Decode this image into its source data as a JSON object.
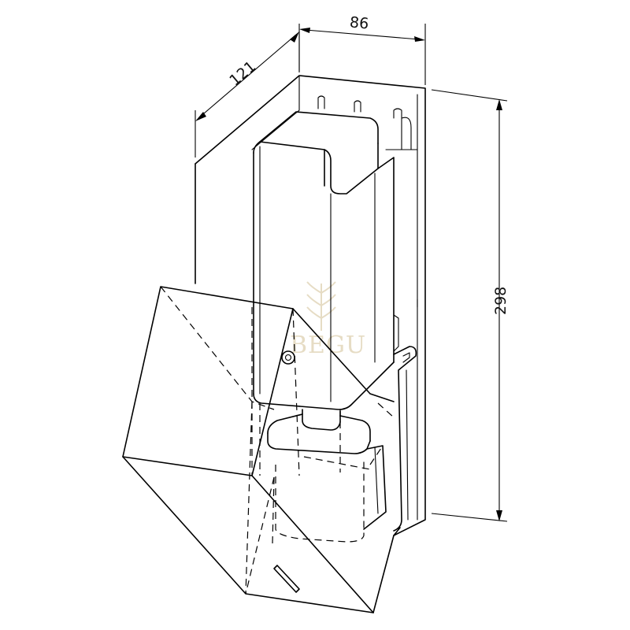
{
  "dimensions": {
    "depth": "121",
    "width": "86",
    "height": "298"
  },
  "watermark": {
    "text": "BEGU",
    "color": "#e6dcc4"
  },
  "colors": {
    "line": "#000000",
    "background": "#ffffff"
  }
}
